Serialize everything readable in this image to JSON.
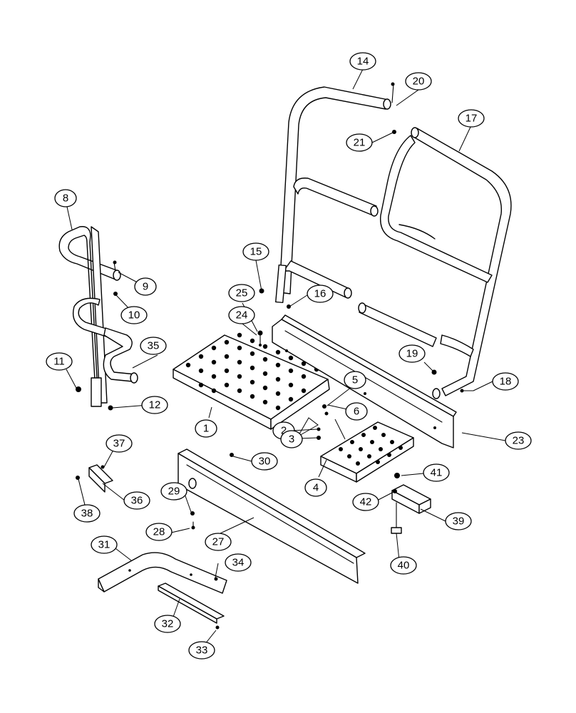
{
  "diagram": {
    "callouts": [
      {
        "id": "c1",
        "label": "1"
      },
      {
        "id": "c2",
        "label": "2"
      },
      {
        "id": "c3",
        "label": "3"
      },
      {
        "id": "c4",
        "label": "4"
      },
      {
        "id": "c5",
        "label": "5"
      },
      {
        "id": "c6",
        "label": "6"
      },
      {
        "id": "c8",
        "label": "8"
      },
      {
        "id": "c9",
        "label": "9"
      },
      {
        "id": "c10",
        "label": "10"
      },
      {
        "id": "c11",
        "label": "11"
      },
      {
        "id": "c12",
        "label": "12"
      },
      {
        "id": "c14",
        "label": "14"
      },
      {
        "id": "c15",
        "label": "15"
      },
      {
        "id": "c16",
        "label": "16"
      },
      {
        "id": "c17",
        "label": "17"
      },
      {
        "id": "c18",
        "label": "18"
      },
      {
        "id": "c19",
        "label": "19"
      },
      {
        "id": "c20",
        "label": "20"
      },
      {
        "id": "c21",
        "label": "21"
      },
      {
        "id": "c23",
        "label": "23"
      },
      {
        "id": "c24",
        "label": "24"
      },
      {
        "id": "c25",
        "label": "25"
      },
      {
        "id": "c27",
        "label": "27"
      },
      {
        "id": "c28",
        "label": "28"
      },
      {
        "id": "c29",
        "label": "29"
      },
      {
        "id": "c30",
        "label": "30"
      },
      {
        "id": "c31",
        "label": "31"
      },
      {
        "id": "c32",
        "label": "32"
      },
      {
        "id": "c33",
        "label": "33"
      },
      {
        "id": "c34",
        "label": "34"
      },
      {
        "id": "c35",
        "label": "35"
      },
      {
        "id": "c36",
        "label": "36"
      },
      {
        "id": "c37",
        "label": "37"
      },
      {
        "id": "c38",
        "label": "38"
      },
      {
        "id": "c39",
        "label": "39"
      },
      {
        "id": "c40",
        "label": "40"
      },
      {
        "id": "c41",
        "label": "41"
      },
      {
        "id": "c42",
        "label": "42"
      }
    ]
  }
}
